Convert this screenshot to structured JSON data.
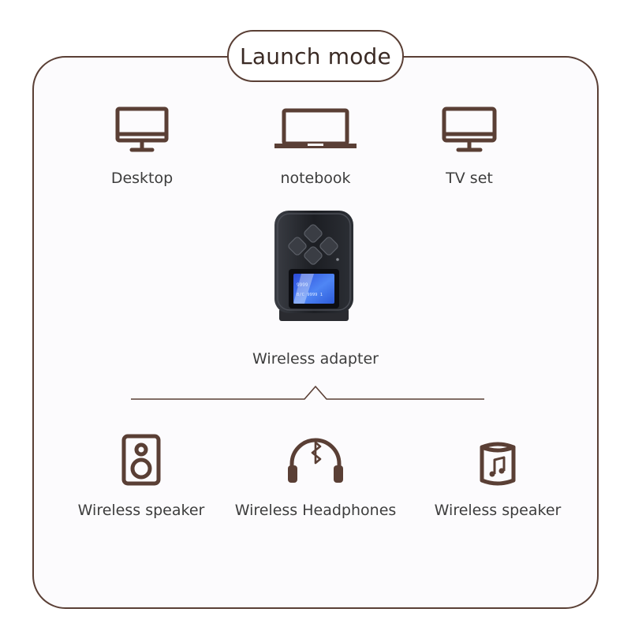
{
  "title": "Launch mode",
  "sources": [
    {
      "id": "desktop",
      "label": "Desktop",
      "icon": "desktop-monitor-icon"
    },
    {
      "id": "notebook",
      "label": "notebook",
      "icon": "laptop-icon"
    },
    {
      "id": "tv",
      "label": "TV set",
      "icon": "tv-icon"
    }
  ],
  "adapter": {
    "label": "Wireless adapter",
    "icon": "wireless-adapter-device",
    "screen_text": [
      "9999",
      "B/C  9999  1"
    ]
  },
  "outputs": [
    {
      "id": "speaker1",
      "label": "Wireless speaker",
      "icon": "speaker-box-icon"
    },
    {
      "id": "headphones",
      "label": "Wireless Headphones",
      "icon": "bluetooth-headphones-icon"
    },
    {
      "id": "speaker2",
      "label": "Wireless speaker",
      "icon": "music-speaker-icon"
    }
  ],
  "colors": {
    "accent": "#5a3f35",
    "text": "#3d3d3d"
  }
}
